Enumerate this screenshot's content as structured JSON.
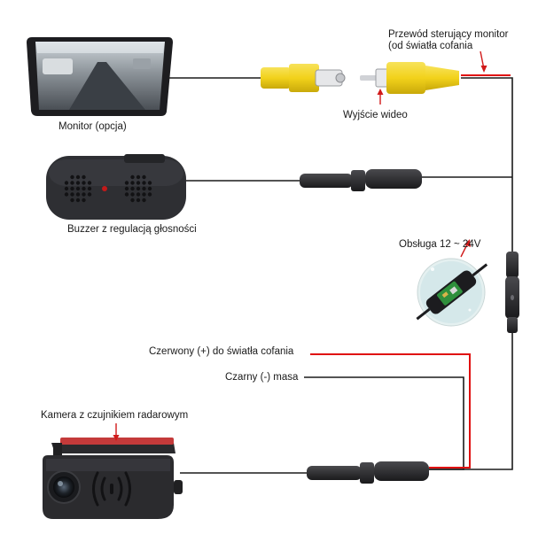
{
  "labels": {
    "control_wire_line1": "Przewód sterujący monitor",
    "control_wire_line2": "(od światła cofania",
    "monitor": "Monitor (opcja)",
    "video_out": "Wyjście wideo",
    "buzzer": "Buzzer z regulacją głosności",
    "power_range": "Obsługa 12 ~ 24V",
    "red_wire": "Czerwony (+) do światła cofania",
    "black_wire": "Czarny (-) masa",
    "camera": "Kamera z czujnikiem radarowym"
  },
  "colors": {
    "wire_black": "#1b1b1b",
    "wire_red": "#e01010",
    "rca_yellow": "#f2d21b",
    "device_dark": "#2b2b2e",
    "arrow_red": "#d11a1a"
  }
}
